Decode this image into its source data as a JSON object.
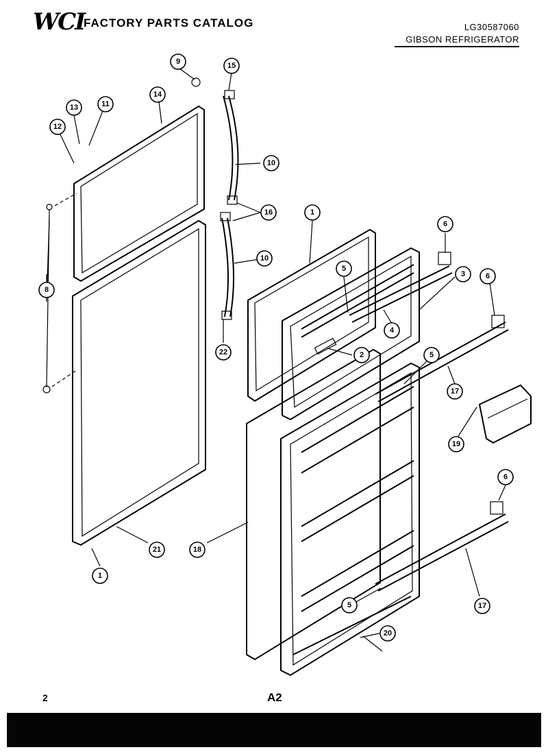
{
  "header": {
    "logo": "WCI",
    "title": "FACTORY PARTS CATALOG",
    "model": "LG30587060",
    "product": "GIBSON REFRIGERATOR"
  },
  "footer": {
    "page_number": "2",
    "plate_id": "A2"
  },
  "callouts": [
    "9",
    "15",
    "14",
    "13",
    "11",
    "12",
    "10",
    "16",
    "1",
    "6",
    "5",
    "3",
    "6",
    "8",
    "10",
    "4",
    "2",
    "22",
    "5",
    "17",
    "19",
    "6",
    "21",
    "18",
    "17",
    "5",
    "20",
    "1"
  ]
}
